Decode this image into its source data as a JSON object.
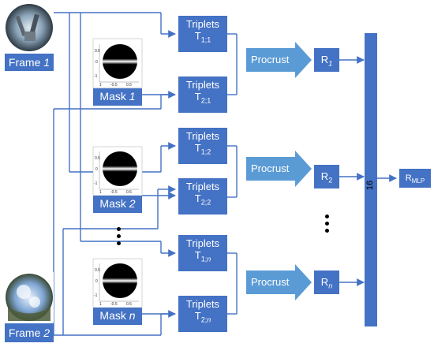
{
  "frames": [
    {
      "label": "Frame ",
      "num": "1"
    },
    {
      "label": "Frame ",
      "num": "2"
    }
  ],
  "masks": [
    {
      "label": "Mask ",
      "num": "1"
    },
    {
      "label": "Mask ",
      "num": "2"
    },
    {
      "label": "Mask ",
      "num": "n"
    }
  ],
  "triplets_label": "Triplets",
  "triplets": [
    {
      "sym": "T",
      "sub_a": "1;",
      "sub_b": "1"
    },
    {
      "sym": "T",
      "sub_a": "2;",
      "sub_b": "1"
    },
    {
      "sym": "T",
      "sub_a": "1;",
      "sub_b": "2"
    },
    {
      "sym": "T",
      "sub_a": "2;",
      "sub_b": "2"
    },
    {
      "sym": "T",
      "sub_a": "1;",
      "sub_b": "n"
    },
    {
      "sym": "T",
      "sub_a": "2;",
      "sub_b": "n"
    }
  ],
  "procrust_label": "Procrust",
  "rotations": [
    {
      "sym": "R",
      "sub": "1"
    },
    {
      "sym": "R",
      "sub": "2"
    },
    {
      "sym": "R",
      "sub": "n"
    }
  ],
  "mlp_bar_label": "16",
  "output": {
    "sym": "R",
    "sub": "MLP"
  },
  "mask_axis_ticks": [
    "0.5",
    "0",
    "-0.5",
    "-1",
    "1",
    "0.5"
  ],
  "colors": {
    "box": "#4472c4",
    "arrow": "#4472c4",
    "line": "#4472c4",
    "procrust_arrow": "#5b9bd5"
  }
}
